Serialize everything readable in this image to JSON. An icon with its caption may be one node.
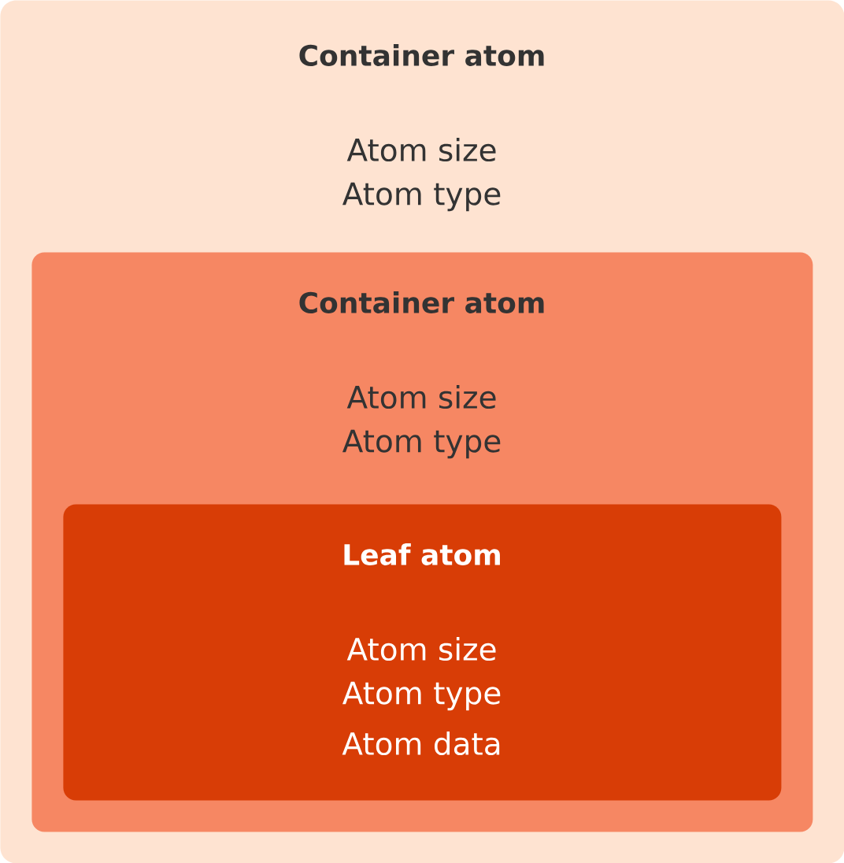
{
  "diagram": {
    "nodes": [
      {
        "text": [
          "Container atom",
          "Atom size",
          "Atom type"
        ]
      },
      {
        "text": [
          "Container atom",
          "Atom size",
          "Atom type"
        ],
        "in": 0
      },
      {
        "text": [
          "Leaf atom",
          "Atom size",
          "Atom type",
          "Atom data"
        ],
        "in": 1
      }
    ]
  }
}
